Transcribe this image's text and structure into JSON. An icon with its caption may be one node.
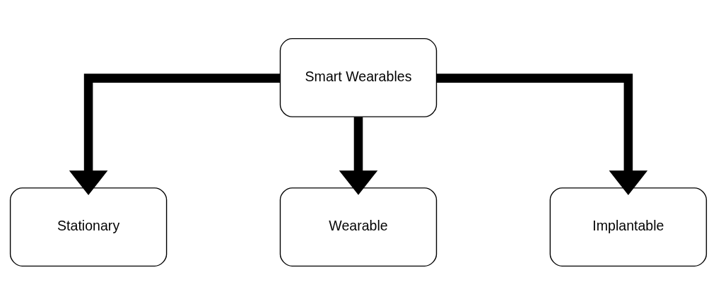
{
  "diagram": {
    "nodes": [
      {
        "text": [
          "Smart Wearables"
        ]
      },
      {
        "text": [
          "Stationary"
        ]
      },
      {
        "text": [
          "Wearable"
        ]
      },
      {
        "text": [
          "Implantable"
        ]
      }
    ],
    "edges": [
      {
        "from": 0,
        "to": 1,
        "arrow": "to"
      },
      {
        "from": 0,
        "to": 2,
        "arrow": "to"
      },
      {
        "from": 0,
        "to": 3,
        "arrow": "to"
      }
    ]
  }
}
